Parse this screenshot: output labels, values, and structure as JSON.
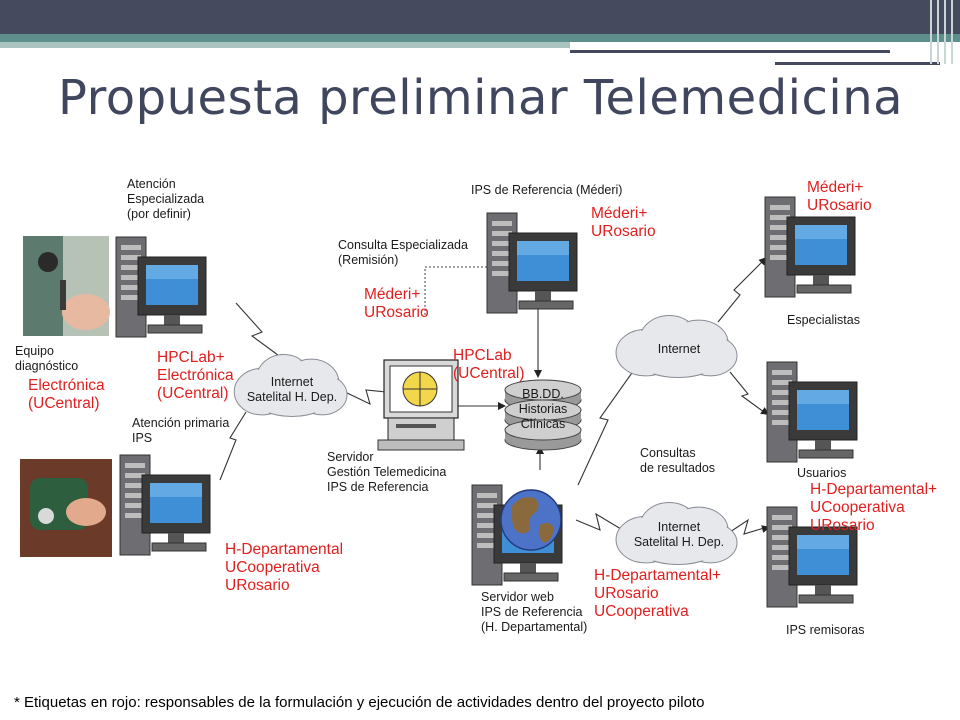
{
  "slide": {
    "title": "Propuesta preliminar Telemedicina",
    "footnote": "* Etiquetas en rojo: responsables de la formulación y ejecución de actividades dentro del proyecto piloto"
  },
  "colors": {
    "header_dark": "#454a5e",
    "header_teal": "#5f8f8c",
    "header_light": "#a9c3c1",
    "label_red": "#e02020",
    "label_black": "#1a1a1a",
    "cloud_fill": "#e6e8ec",
    "screen_blue": "#3f8fd6",
    "tower_gray": "#6e6e72"
  },
  "icons": {
    "computer": "computer-icon",
    "cloud": "internet-cloud-icon",
    "database": "database-icon",
    "globe": "globe-icon",
    "photo": "photo"
  },
  "diagram": {
    "nodes": [
      {
        "id": "atencion-especializada",
        "lines": [
          "Atención",
          "Especializada",
          "(por definir)"
        ],
        "color": "black"
      },
      {
        "id": "equipo-diagnostico",
        "lines": [
          "Equipo",
          "diagnóstico"
        ],
        "color": "black"
      },
      {
        "id": "electronica",
        "lines": [
          "Electrónica",
          "(UCentral)"
        ],
        "color": "red"
      },
      {
        "id": "hpclab-electronica",
        "lines": [
          "HPCLab+",
          "Electrónica",
          "(UCentral)"
        ],
        "color": "red"
      },
      {
        "id": "atencion-primaria",
        "lines": [
          "Atención primaria",
          "IPS"
        ],
        "color": "black"
      },
      {
        "id": "h-departamental-left",
        "lines": [
          "H-Departamental",
          "UCooperativa",
          "URosario"
        ],
        "color": "red"
      },
      {
        "id": "internet-satelital-left",
        "lines": [
          "Internet",
          "Satelital H. Dep."
        ],
        "color": "black"
      },
      {
        "id": "consulta-especializada",
        "lines": [
          "Consulta Especializada",
          "(Remisión)"
        ],
        "color": "black"
      },
      {
        "id": "mederi-urosario-center",
        "lines": [
          "Méderi+",
          "URosario"
        ],
        "color": "red"
      },
      {
        "id": "ips-referencia-mederi",
        "lines": [
          "IPS de Referencia (Méderi)"
        ],
        "color": "black"
      },
      {
        "id": "mederi-urosario-top",
        "lines": [
          "Méderi+",
          "URosario"
        ],
        "color": "red"
      },
      {
        "id": "hpclab-ucentral",
        "lines": [
          "HPCLab",
          "(UCentral)"
        ],
        "color": "red"
      },
      {
        "id": "bbdd",
        "lines": [
          "BB.DD.",
          "Historias",
          "Clínicas"
        ],
        "color": "black"
      },
      {
        "id": "servidor-gestion",
        "lines": [
          "Servidor",
          "Gestión Telemedicina",
          "IPS de Referencia"
        ],
        "color": "black"
      },
      {
        "id": "mederi-urosario-right",
        "lines": [
          "Méderi+",
          "URosario"
        ],
        "color": "red"
      },
      {
        "id": "especialistas",
        "lines": [
          "Especialistas"
        ],
        "color": "black"
      },
      {
        "id": "internet-right",
        "lines": [
          "Internet"
        ],
        "color": "black"
      },
      {
        "id": "consultas-resultados",
        "lines": [
          "Consultas",
          "de resultados"
        ],
        "color": "black"
      },
      {
        "id": "usuarios",
        "lines": [
          "Usuarios"
        ],
        "color": "black"
      },
      {
        "id": "h-departamental-right",
        "lines": [
          "H-Departamental+",
          "UCooperativa",
          "URosario"
        ],
        "color": "red"
      },
      {
        "id": "internet-satelital-right",
        "lines": [
          "Internet",
          "Satelital H. Dep."
        ],
        "color": "black"
      },
      {
        "id": "h-departamental-bottom",
        "lines": [
          "H-Departamental+",
          "URosario",
          "UCooperativa"
        ],
        "color": "red"
      },
      {
        "id": "servidor-web",
        "lines": [
          "Servidor web",
          "IPS de Referencia",
          "(H. Departamental)"
        ],
        "color": "black"
      },
      {
        "id": "ips-remisoras",
        "lines": [
          "IPS remisoras"
        ],
        "color": "black"
      }
    ]
  }
}
